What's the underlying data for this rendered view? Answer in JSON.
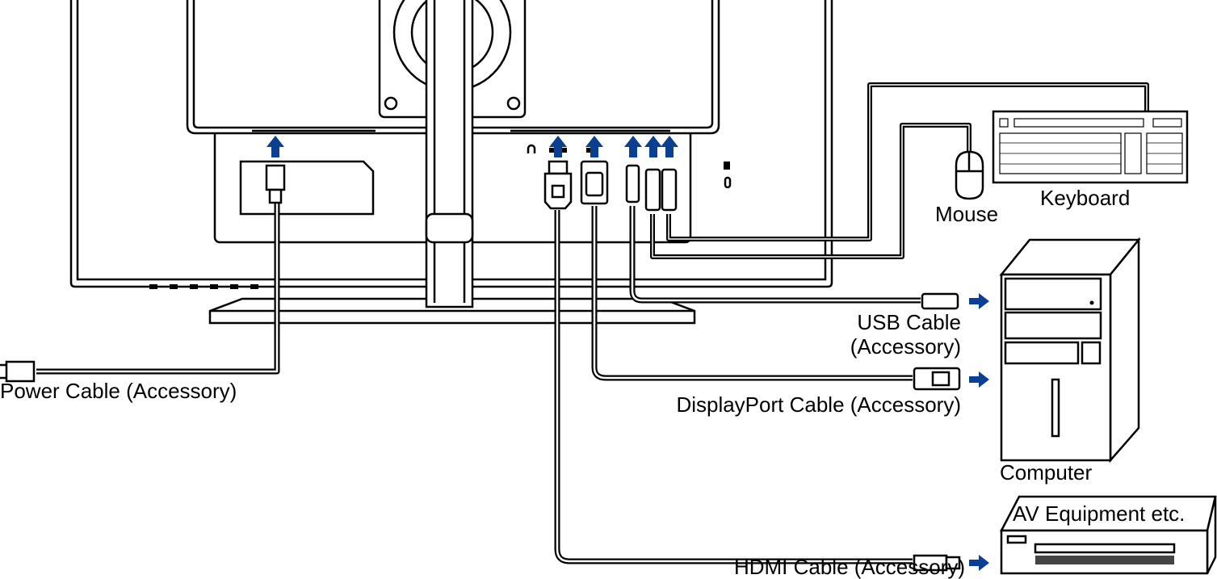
{
  "labels": {
    "power_cable": "Power Cable (Accessory)",
    "usb_cable_line1": "USB Cable",
    "usb_cable_line2": "(Accessory)",
    "displayport_cable": "DisplayPort Cable (Accessory)",
    "hdmi_cable": "HDMI Cable (Accessory)",
    "computer": "Computer",
    "av_equipment": "AV Equipment etc.",
    "mouse": "Mouse",
    "keyboard": "Keyboard"
  },
  "colors": {
    "arrow": "#0b3f91",
    "line": "#000000"
  }
}
